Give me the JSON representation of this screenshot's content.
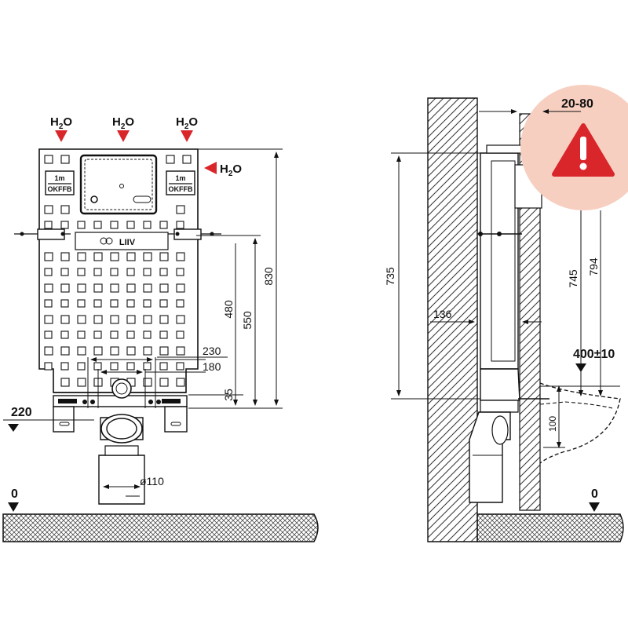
{
  "colors": {
    "line": "#111111",
    "arrow_red": "#d9262b",
    "warning_bg": "#f7cfc0",
    "warning_triangle": "#d9262b"
  },
  "front_view": {
    "water_label": "H",
    "water_sub": "2",
    "water_label_end": "O",
    "level_plate_top": "1m",
    "level_plate_bottom": "OKFFB",
    "logo_text": "LIIV",
    "dimensions": {
      "height_830": "830",
      "height_550": "550",
      "height_480": "480",
      "width_230": "230",
      "width_180": "180",
      "height_35": "35",
      "drain_diameter": "ø110",
      "level_220": "220",
      "floor_zero": "0"
    }
  },
  "side_view": {
    "dimensions": {
      "height_735": "735",
      "depth_136": "136",
      "height_745": "745",
      "height_794": "794",
      "offset_100": "100",
      "range_20_80": "20-80",
      "level_400": "400±10",
      "floor_zero": "0"
    },
    "warning_icon": "warning-exclamation-icon"
  }
}
